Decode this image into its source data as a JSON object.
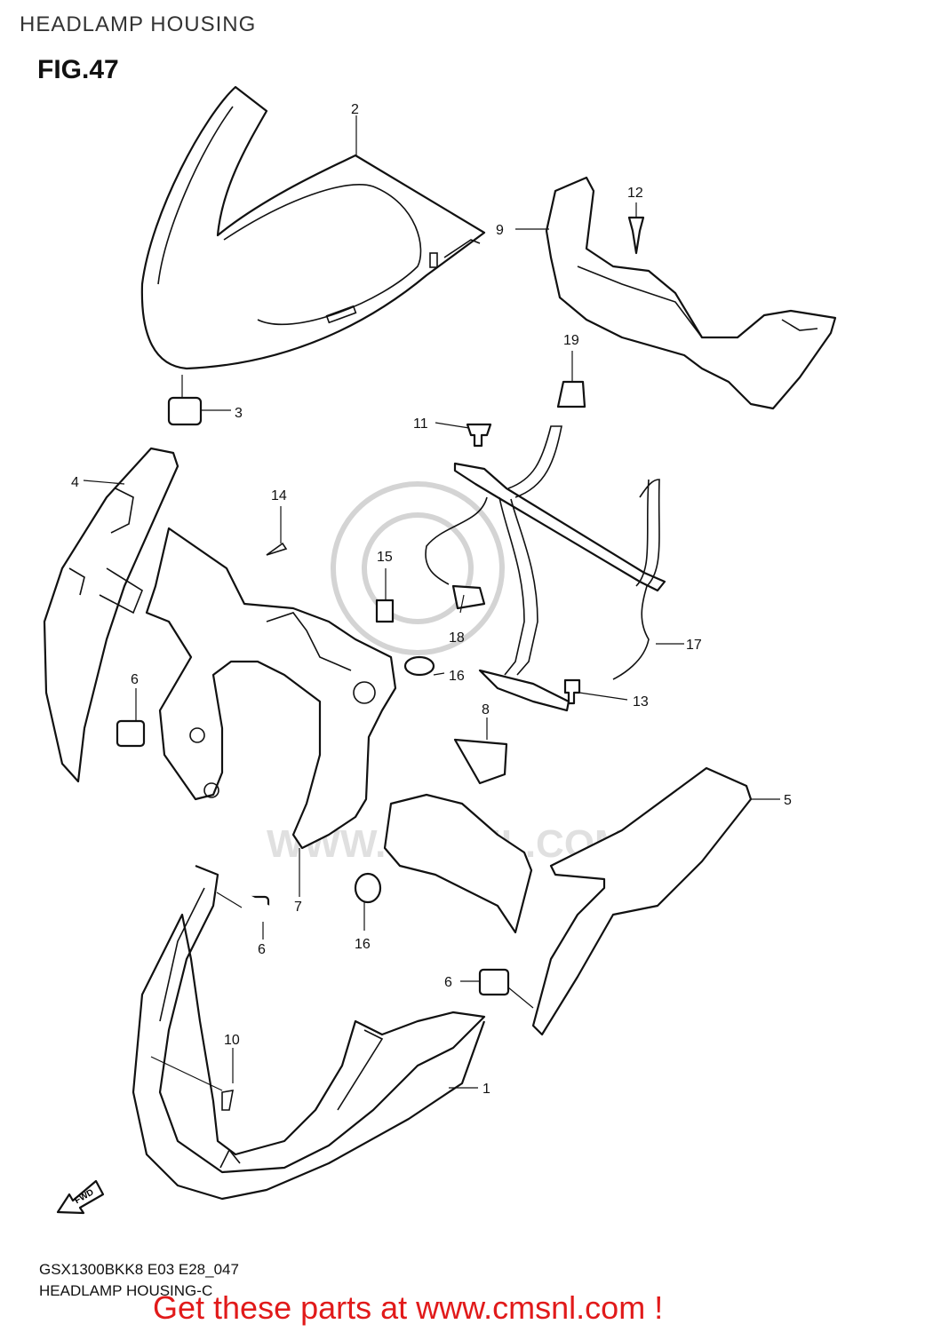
{
  "header": {
    "title": "HEADLAMP HOUSING",
    "figure": "FIG.47"
  },
  "callouts": {
    "p1": "1",
    "p2": "2",
    "p3": "3",
    "p4": "4",
    "p5": "5",
    "p6a": "6",
    "p6b": "6",
    "p6c": "6",
    "p7": "7",
    "p8": "8",
    "p9": "9",
    "p10": "10",
    "p11": "11",
    "p12": "12",
    "p13": "13",
    "p14": "14",
    "p15": "15",
    "p16a": "16",
    "p16b": "16",
    "p17": "17",
    "p18": "18",
    "p19": "19"
  },
  "watermark": "WWW.CMSNL.COM",
  "fwd_label": "FWD",
  "footer": {
    "model_code": "GSX1300BKK8 E03 E28_047",
    "caption": "HEADLAMP HOUSING-C",
    "promo": "Get these parts at www.cmsnl.com !"
  },
  "colors": {
    "promo": "#e11a1a",
    "line": "#111111",
    "watermark": "#d4d4d4"
  }
}
